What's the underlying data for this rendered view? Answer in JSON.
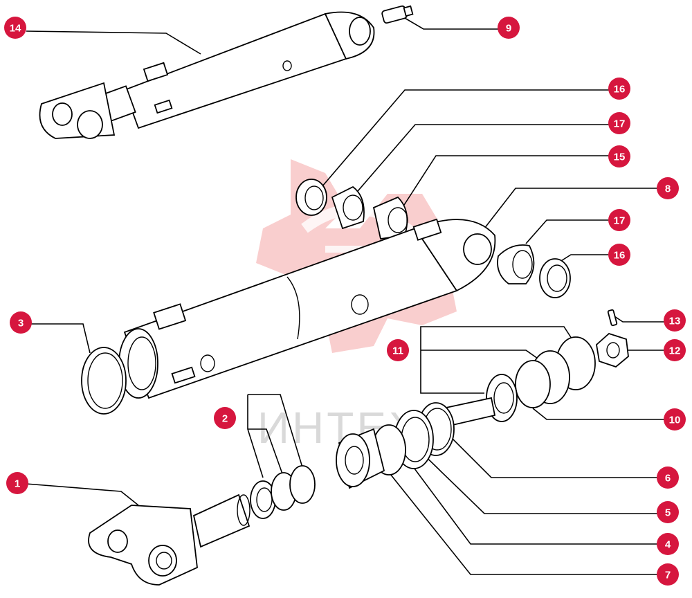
{
  "watermark": {
    "text": "ИНТЕХ",
    "color": "#f4a6a6"
  },
  "badge_color": "#d6163e",
  "callouts": [
    {
      "id": "14",
      "part": "cylinder-assembly"
    },
    {
      "id": "9",
      "part": "grease-nipple"
    },
    {
      "id": "16",
      "part": "seal-ring-upper"
    },
    {
      "id": "17",
      "part": "bushing-upper"
    },
    {
      "id": "15",
      "part": "sleeve"
    },
    {
      "id": "8",
      "part": "cylinder-barrel"
    },
    {
      "id": "17",
      "part": "bushing-right"
    },
    {
      "id": "16",
      "part": "seal-ring-right"
    },
    {
      "id": "3",
      "part": "o-ring-large"
    },
    {
      "id": "13",
      "part": "pin"
    },
    {
      "id": "11",
      "part": "piston-seals"
    },
    {
      "id": "12",
      "part": "nut"
    },
    {
      "id": "10",
      "part": "piston"
    },
    {
      "id": "2",
      "part": "rod-seals"
    },
    {
      "id": "6",
      "part": "ring"
    },
    {
      "id": "1",
      "part": "rod-with-eye"
    },
    {
      "id": "5",
      "part": "backup-ring"
    },
    {
      "id": "4",
      "part": "o-ring"
    },
    {
      "id": "7",
      "part": "cylinder-head"
    }
  ]
}
